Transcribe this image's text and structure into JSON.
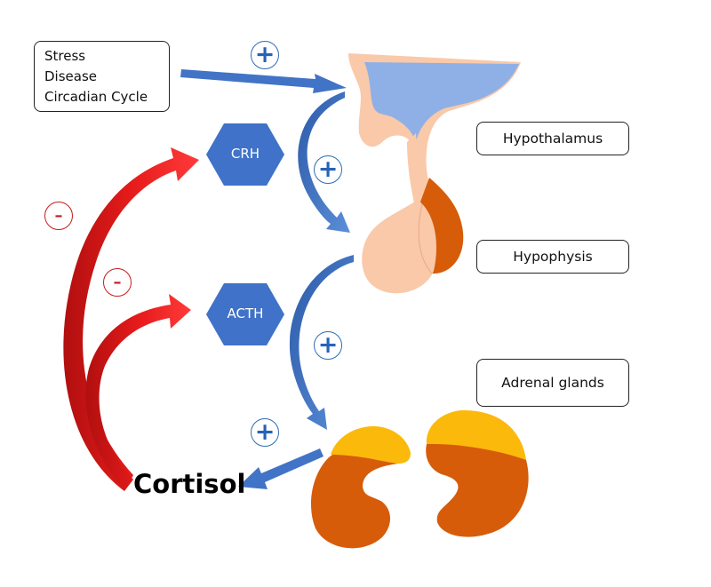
{
  "inputs_box": {
    "lines": [
      "Stress",
      "Disease",
      "Circadian Cycle"
    ]
  },
  "labels": {
    "hypothalamus": "Hypothalamus",
    "hypophysis": "Hypophysis",
    "adrenal_glands": "Adrenal glands",
    "cortisol": "Cortisol"
  },
  "hormones": {
    "crh": "CRH",
    "acth": "ACTH"
  },
  "signs": {
    "plus": "+",
    "minus": "-"
  },
  "colors": {
    "blue_arrow": "#3d6fc4",
    "red_arrow": "#e01818",
    "hexagon": "#3f72c8",
    "hypothalamus_blue": "#8fb0e6",
    "gland_skin": "#f9c9a9",
    "pituitary_lobe": "#d65c0a",
    "adrenal_cap": "#fbb90c",
    "kidney": "#d65c0a"
  }
}
